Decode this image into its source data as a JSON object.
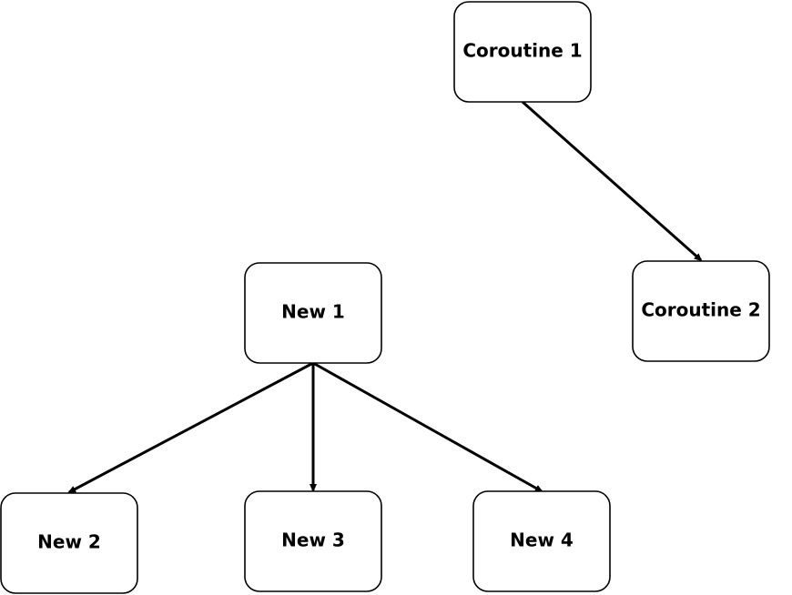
{
  "diagram": {
    "nodes": {
      "coroutine1": {
        "label": "Coroutine 1"
      },
      "coroutine2": {
        "label": "Coroutine 2"
      },
      "new1": {
        "label": "New 1"
      },
      "new2": {
        "label": "New 2"
      },
      "new3": {
        "label": "New 3"
      },
      "new4": {
        "label": "New 4"
      }
    },
    "edges": [
      {
        "from": "Coroutine 1",
        "to": "Coroutine 2"
      },
      {
        "from": "New 1",
        "to": "New 2"
      },
      {
        "from": "New 1",
        "to": "New 3"
      },
      {
        "from": "New 1",
        "to": "New 4"
      }
    ],
    "colors": {
      "stroke": "#000000",
      "fill": "#ffffff",
      "text": "#000000"
    }
  }
}
